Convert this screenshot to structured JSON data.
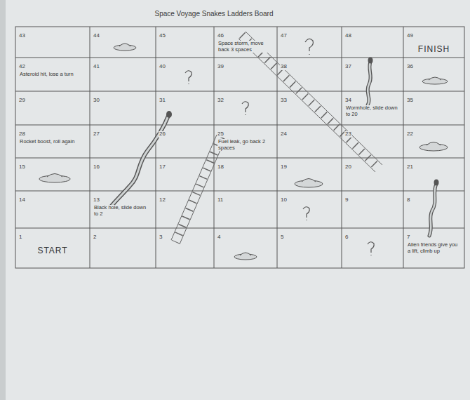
{
  "diagram": {
    "title": "Space Voyage Snakes Ladders Board",
    "nodes": [
      {
        "text": [
          "43"
        ]
      },
      {
        "text": [
          "44"
        ]
      },
      {
        "text": [
          "45"
        ]
      },
      {
        "text": [
          "46",
          "Space storm, move back 3 spaces"
        ]
      },
      {
        "text": [
          "47"
        ]
      },
      {
        "text": [
          "48"
        ]
      },
      {
        "text": [
          "49",
          "FINISH"
        ]
      },
      {
        "text": [
          "42",
          "Asteroid hit, lose a turn"
        ]
      },
      {
        "text": [
          "41"
        ]
      },
      {
        "text": [
          "40"
        ]
      },
      {
        "text": [
          "39"
        ]
      },
      {
        "text": [
          "38"
        ]
      },
      {
        "text": [
          "37"
        ]
      },
      {
        "text": [
          "36"
        ]
      },
      {
        "text": [
          "29"
        ]
      },
      {
        "text": [
          "30"
        ]
      },
      {
        "text": [
          "31"
        ]
      },
      {
        "text": [
          "32"
        ]
      },
      {
        "text": [
          "33"
        ]
      },
      {
        "text": [
          "34",
          "Wormhole, slide down to 20"
        ]
      },
      {
        "text": [
          "35"
        ]
      },
      {
        "text": [
          "28",
          "Rocket boost, roll again"
        ]
      },
      {
        "text": [
          "27"
        ]
      },
      {
        "text": [
          "26"
        ]
      },
      {
        "text": [
          "25",
          "Fuel leak, go back 2 spaces"
        ]
      },
      {
        "text": [
          "24"
        ]
      },
      {
        "text": [
          "23"
        ]
      },
      {
        "text": [
          "22"
        ]
      },
      {
        "text": [
          "15"
        ]
      },
      {
        "text": [
          "16"
        ]
      },
      {
        "text": [
          "17"
        ]
      },
      {
        "text": [
          "18"
        ]
      },
      {
        "text": [
          "19"
        ]
      },
      {
        "text": [
          "20"
        ]
      },
      {
        "text": [
          "21"
        ]
      },
      {
        "text": [
          "14"
        ]
      },
      {
        "text": [
          "13",
          "Black hole, slide down to 2"
        ]
      },
      {
        "text": [
          "12"
        ]
      },
      {
        "text": [
          "11"
        ]
      },
      {
        "text": [
          "10"
        ]
      },
      {
        "text": [
          "9"
        ]
      },
      {
        "text": [
          "8"
        ]
      },
      {
        "text": [
          "1",
          "START"
        ]
      },
      {
        "text": [
          "2"
        ]
      },
      {
        "text": [
          "3"
        ]
      },
      {
        "text": [
          "4"
        ]
      },
      {
        "text": [
          "5"
        ]
      },
      {
        "text": [
          "6"
        ]
      },
      {
        "text": [
          "7",
          "Alien friends give you a lift, climb up"
        ]
      }
    ]
  }
}
